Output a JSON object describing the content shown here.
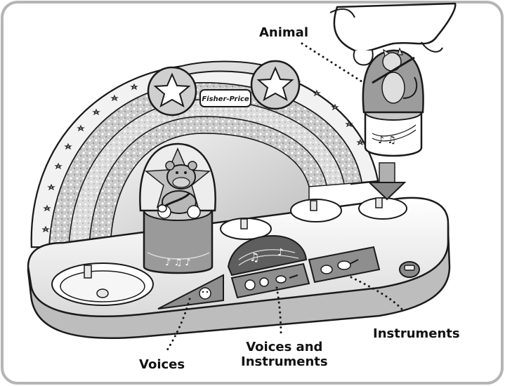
{
  "labels": {
    "animal": "Animal",
    "instruments": "Instruments",
    "voices": "Voices",
    "voices_and_instruments_line1": "Voices and",
    "voices_and_instruments_line2": "Instruments"
  },
  "brand": "Fisher-Price",
  "colors": {
    "frame_border": "#b5b5b5",
    "outline": "#1a1a1a",
    "fill_light": "#ececec",
    "fill_mid": "#bdbdbd",
    "fill_dark": "#7a7a7a"
  }
}
